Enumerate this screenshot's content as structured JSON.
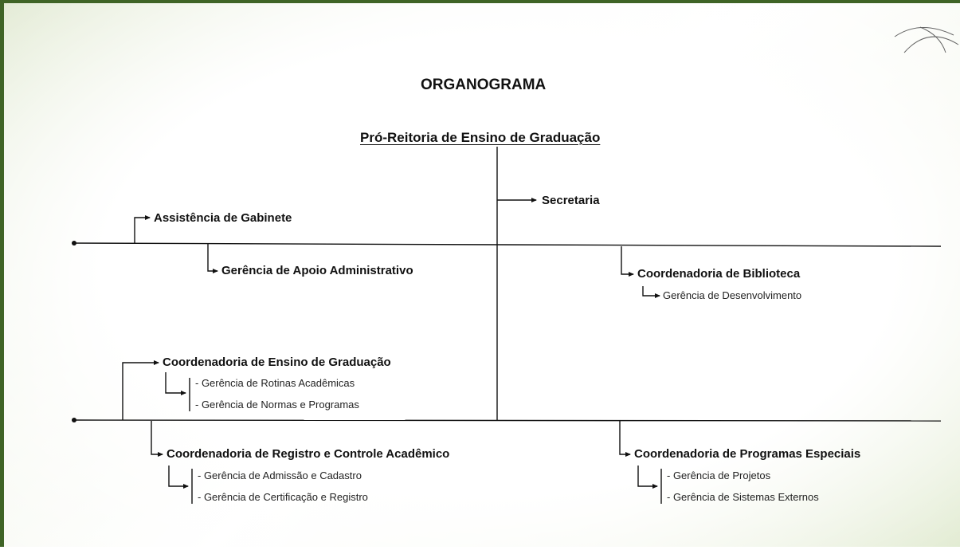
{
  "title": "ORGANOGRAMA",
  "root": "Pró-Reitoria de Ensino de Graduação",
  "units": {
    "secretaria": "Secretaria",
    "assistencia": "Assistência de Gabinete",
    "apoio_adm": "Gerência de Apoio Administrativo",
    "biblioteca": {
      "title": "Coordenadoria  de Biblioteca",
      "items": [
        "Gerência de Desenvolvimento"
      ]
    },
    "ensino": {
      "title": "Coordenadoria  de Ensino de Graduação",
      "items": [
        "- Gerência de Rotinas Acadêmicas",
        "- Gerência de Normas e Programas"
      ]
    },
    "registro": {
      "title": "Coordenadoria  de Registro e Controle Acadêmico",
      "items": [
        "- Gerência de Admissão e Cadastro",
        "- Gerência de Certificação e Registro"
      ]
    },
    "programas": {
      "title": "Coordenadoria  de Programas Especiais",
      "items": [
        "- Gerência de Projetos",
        "- Gerência de Sistemas Externos"
      ]
    }
  },
  "colors": {
    "frame": "#3f6426",
    "line": "#111111"
  }
}
